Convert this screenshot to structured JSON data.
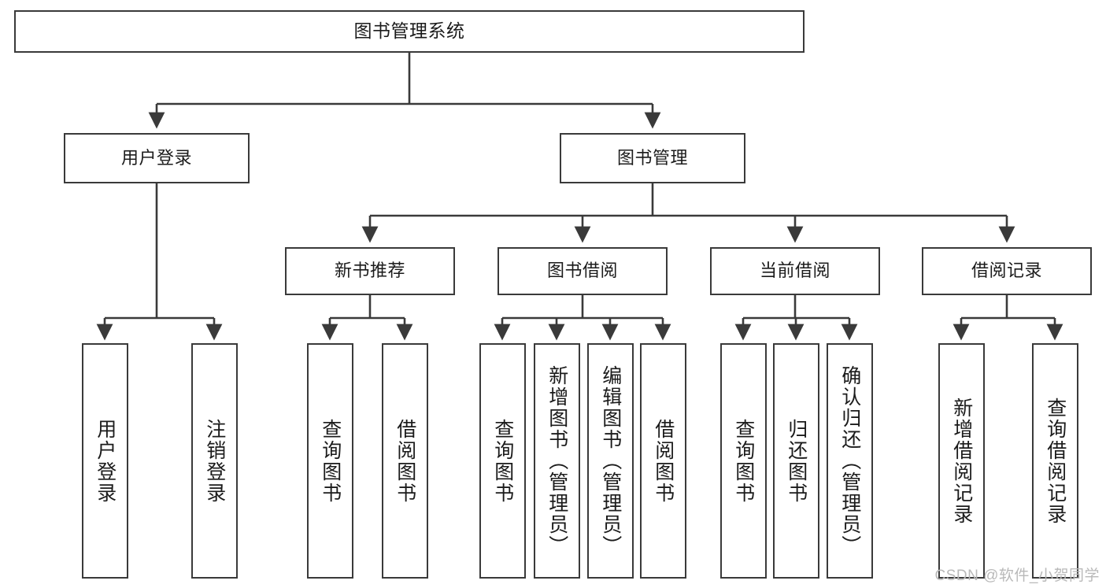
{
  "diagram": {
    "title": "图书管理系统",
    "type": "tree",
    "watermark": "CSDN @软件_小贺同学",
    "colors": {
      "stroke": "#3a3a3a",
      "fill": "#ffffff",
      "text": "#1b1b1b",
      "watermark": "#b9b9b9"
    },
    "levels": {
      "root": {
        "label": "图书管理系统"
      },
      "level2": [
        {
          "id": "user-login",
          "label": "用户登录"
        },
        {
          "id": "book-manage",
          "label": "图书管理"
        }
      ],
      "level3": [
        {
          "id": "new-book-rec",
          "label": "新书推荐",
          "parent": "book-manage"
        },
        {
          "id": "book-borrow",
          "label": "图书借阅",
          "parent": "book-manage"
        },
        {
          "id": "current-borrow",
          "label": "当前借阅",
          "parent": "book-manage"
        },
        {
          "id": "borrow-record",
          "label": "借阅记录",
          "parent": "book-manage"
        }
      ],
      "level4": [
        {
          "id": "leaf-1",
          "label": "用户登录",
          "parent": "user-login"
        },
        {
          "id": "leaf-2",
          "label": "注销登录",
          "parent": "user-login"
        },
        {
          "id": "leaf-3",
          "label": "查询图书",
          "parent": "new-book-rec"
        },
        {
          "id": "leaf-4",
          "label": "借阅图书",
          "parent": "new-book-rec"
        },
        {
          "id": "leaf-5",
          "label": "查询图书",
          "parent": "book-borrow"
        },
        {
          "id": "leaf-6",
          "label": "新增图书（管理员）",
          "parent": "book-borrow"
        },
        {
          "id": "leaf-7",
          "label": "编辑图书（管理员）",
          "parent": "book-borrow"
        },
        {
          "id": "leaf-8",
          "label": "借阅图书",
          "parent": "book-borrow"
        },
        {
          "id": "leaf-9",
          "label": "查询图书",
          "parent": "current-borrow"
        },
        {
          "id": "leaf-10",
          "label": "归还图书",
          "parent": "current-borrow"
        },
        {
          "id": "leaf-11",
          "label": "确认归还（管理员）",
          "parent": "current-borrow"
        },
        {
          "id": "leaf-12",
          "label": "新增借阅记录",
          "parent": "borrow-record"
        },
        {
          "id": "leaf-13",
          "label": "查询借阅记录",
          "parent": "borrow-record"
        }
      ]
    }
  }
}
